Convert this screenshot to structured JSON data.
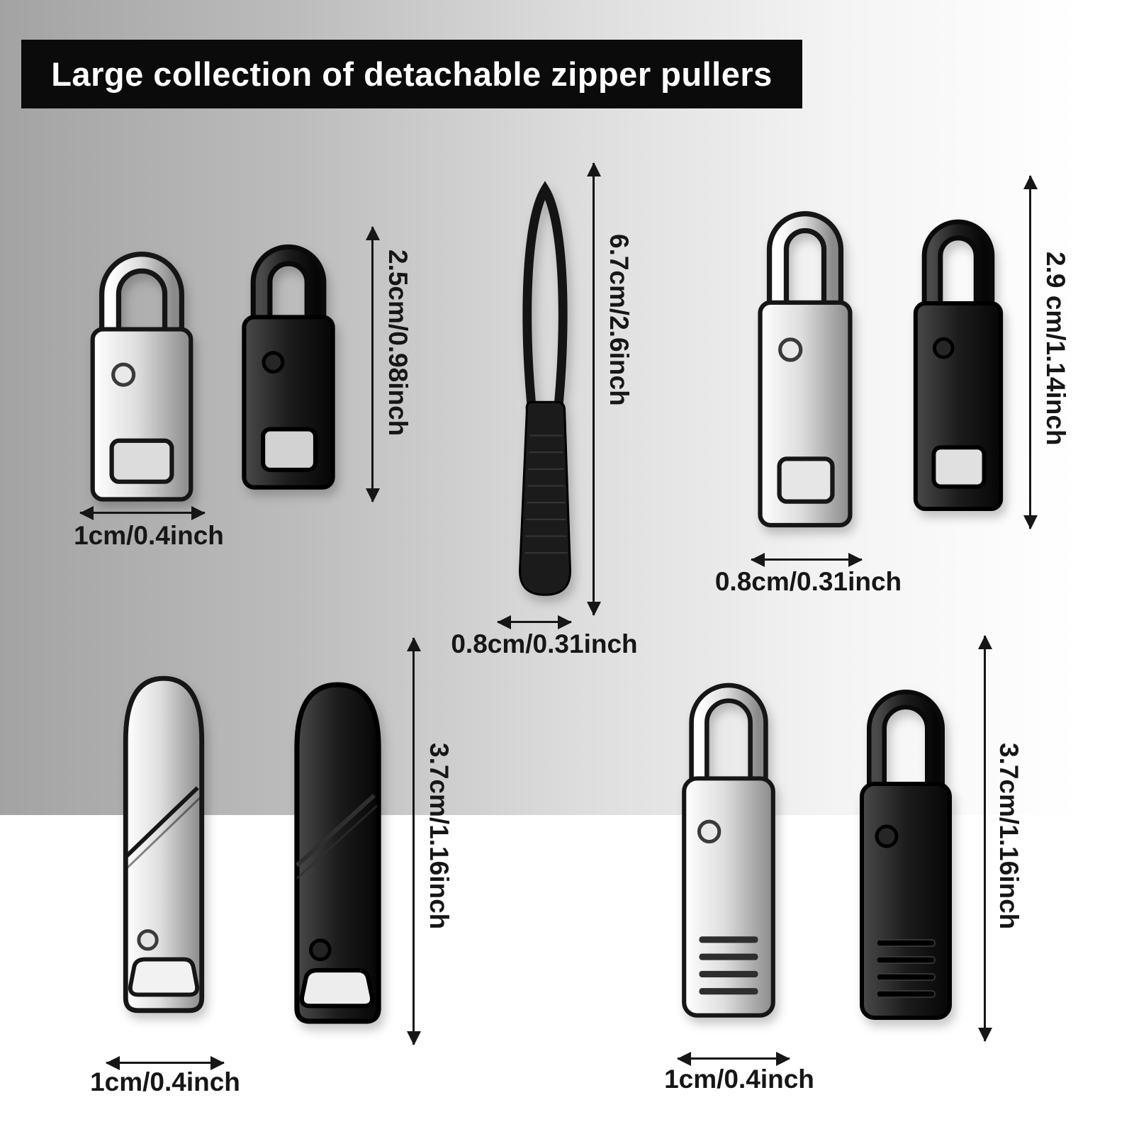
{
  "banner": {
    "title": "Large collection of detachable zipper pullers"
  },
  "colors": {
    "banner_bg": "#0b0b0b",
    "banner_text": "#ffffff",
    "annotation": "#161616",
    "silver_puller": "#d9d9d9",
    "black_puller": "#141414"
  },
  "groups": {
    "top_left": {
      "height_label": "2.5cm/0.98inch",
      "width_label": "1cm/0.4inch"
    },
    "cord": {
      "height_label": "6.7cm/2.6inch",
      "width_label": "0.8cm/0.31inch"
    },
    "top_right": {
      "height_label": "2.9 cm/1.14inch",
      "width_label": "0.8cm/0.31inch"
    },
    "bottom_left": {
      "height_label": "3.7cm/1.16inch",
      "width_label": "1cm/0.4inch"
    },
    "bottom_right": {
      "height_label": "3.7cm/1.16inch",
      "width_label": "1cm/0.4inch"
    }
  }
}
